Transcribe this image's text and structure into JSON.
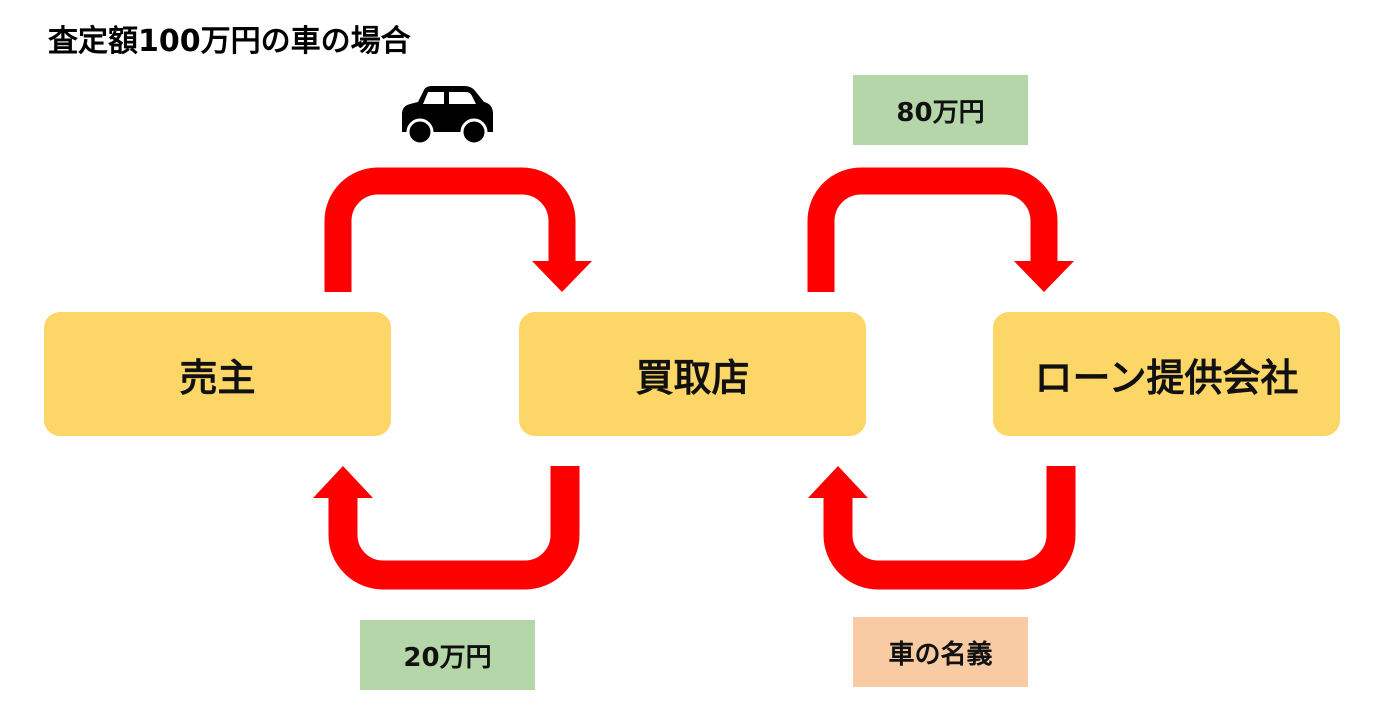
{
  "title": "査定額100万円の車の場合",
  "nodes": {
    "seller": "売主",
    "buyer": "買取店",
    "loan_company": "ローン提供会社"
  },
  "flows": {
    "payment_to_loan": "80万円",
    "payment_to_seller": "20万円",
    "car_title": "車の名義"
  },
  "icons": {
    "car": "car-icon"
  },
  "colors": {
    "arrow": "#ff0000",
    "node_fill": "#fcd767",
    "money_label_fill": "#b5d6a8",
    "title_label_fill": "#f8cba5"
  }
}
